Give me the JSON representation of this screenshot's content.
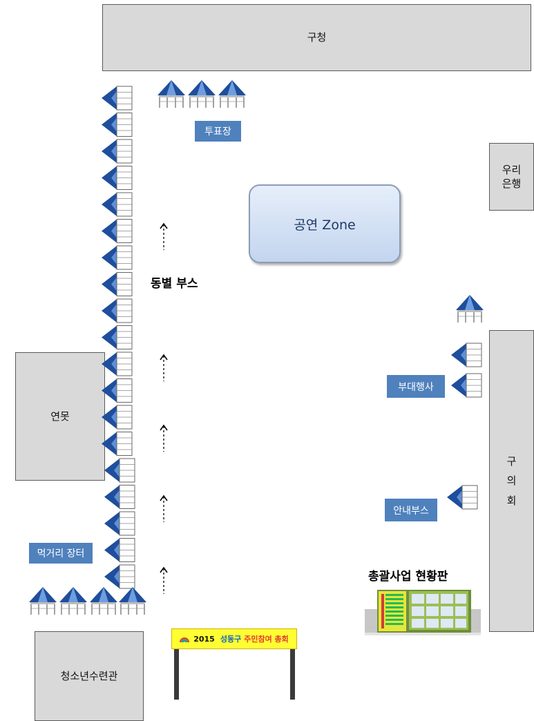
{
  "buildings": {
    "district_office": "구청",
    "woori_bank": "우리\n은행",
    "pond": "연못",
    "council": "구\n의\n회",
    "youth_center": "청소년수련관"
  },
  "zones": {
    "performance": "공연 Zone"
  },
  "tags": {
    "voting": "투표장",
    "side_events": "부대행사",
    "info_booth": "안내부스",
    "food_market": "먹거리 장터"
  },
  "labels": {
    "dong_booths": "동별 부스",
    "status_board": "총괄사업 현황판"
  },
  "banner": {
    "year": "2015",
    "district": "성동구",
    "event": "주민참여 총회"
  },
  "colors": {
    "tent": "#1f4e9c",
    "tag": "#4f81bd",
    "building": "#d9d9d9",
    "banner": "#ffff33"
  }
}
